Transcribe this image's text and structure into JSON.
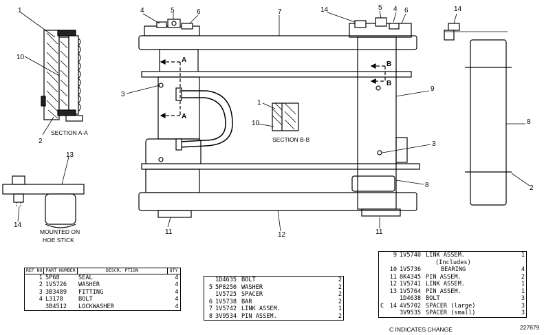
{
  "callouts": {
    "c1_a": "1",
    "c10_a": "10",
    "c2_a": "2",
    "c3_left": "3",
    "c4_top": "4",
    "c5_top": "5",
    "c6_top": "6",
    "c7_top": "7",
    "c14_top": "14",
    "c5_top_r": "5",
    "c4_top_r": "4",
    "c6_top_r": "6",
    "c9": "9",
    "c1_b": "1",
    "c10_b": "10",
    "c3_right": "3",
    "c8_mid": "8",
    "c11_left": "11",
    "c12": "12",
    "c11_right": "11",
    "c14_far": "14",
    "c8_far": "8",
    "c2_far": "2",
    "c13": "13",
    "c14_mount": "14"
  },
  "section_letters": {
    "a1": "A",
    "a2": "A",
    "b1": "B",
    "b2": "B"
  },
  "captions": {
    "section_aa": "SECTION A-A",
    "section_bb": "SECTION B-B",
    "mounted_1": "MOUNTED ON",
    "mounted_2": "HOE STICK"
  },
  "parts_table_1": {
    "headers": {
      "ref": "REF NO",
      "part": "PART NUMBER",
      "desc": "DESCR. PTION",
      "qty": "QTY"
    },
    "rows": [
      {
        "ref": "1",
        "part": "5P68",
        "desc": "SEAL",
        "qty": "4"
      },
      {
        "ref": "2",
        "part": "1V5726",
        "desc": "WASHER",
        "qty": "4"
      },
      {
        "ref": "3",
        "part": "3B3489",
        "desc": "FITTING",
        "qty": "4"
      },
      {
        "ref": "4",
        "part": "L3178",
        "desc": "BOLT",
        "qty": "4"
      },
      {
        "ref": "",
        "part": "3B4512",
        "desc": "LOCKWASHER",
        "qty": "4"
      }
    ]
  },
  "parts_table_2": {
    "rows": [
      {
        "ref": "",
        "part": "1D4635",
        "desc": "BOLT",
        "qty": "2"
      },
      {
        "ref": "5",
        "part": "5P8250",
        "desc": "WASHER",
        "qty": "2"
      },
      {
        "ref": "",
        "part": "1V5725",
        "desc": "SPACER",
        "qty": "2"
      },
      {
        "ref": "6",
        "part": "1V5738",
        "desc": "BAR",
        "qty": "2"
      },
      {
        "ref": "7",
        "part": "1V5742",
        "desc": "LINK ASSEM.",
        "qty": "1"
      },
      {
        "ref": "8",
        "part": "3V9534",
        "desc": "PIN ASSEM.",
        "qty": "2"
      }
    ]
  },
  "parts_table_3": {
    "rows": [
      {
        "mark": "",
        "ref": "9",
        "part": "1V5740",
        "desc": "LINK ASSEM.",
        "qty": "1"
      },
      {
        "mark": "",
        "ref": "",
        "part": "",
        "desc": "(Includes)",
        "qty": ""
      },
      {
        "mark": "",
        "ref": "10",
        "part": "1V5736",
        "desc": "BEARING",
        "qty": "4"
      },
      {
        "mark": "",
        "ref": "11",
        "part": "8K4345",
        "desc": "PIN ASSEM.",
        "qty": "2"
      },
      {
        "mark": "",
        "ref": "12",
        "part": "1V5741",
        "desc": "LINK ASSEM.",
        "qty": "1"
      },
      {
        "mark": "",
        "ref": "13",
        "part": "1V5764",
        "desc": "PIN ASSEM.",
        "qty": "1"
      },
      {
        "mark": "",
        "ref": "",
        "part": "1D4638",
        "desc": "BOLT",
        "qty": "3"
      },
      {
        "mark": "C",
        "ref": "14",
        "part": "4V5702",
        "desc": "SPACER (large)",
        "qty": "3"
      },
      {
        "mark": "",
        "ref": "",
        "part": "3V9535",
        "desc": "SPACER (small)",
        "qty": "3"
      }
    ]
  },
  "footer": {
    "change_note": "C INDICATES CHANGE",
    "drawing_no": "227879"
  }
}
